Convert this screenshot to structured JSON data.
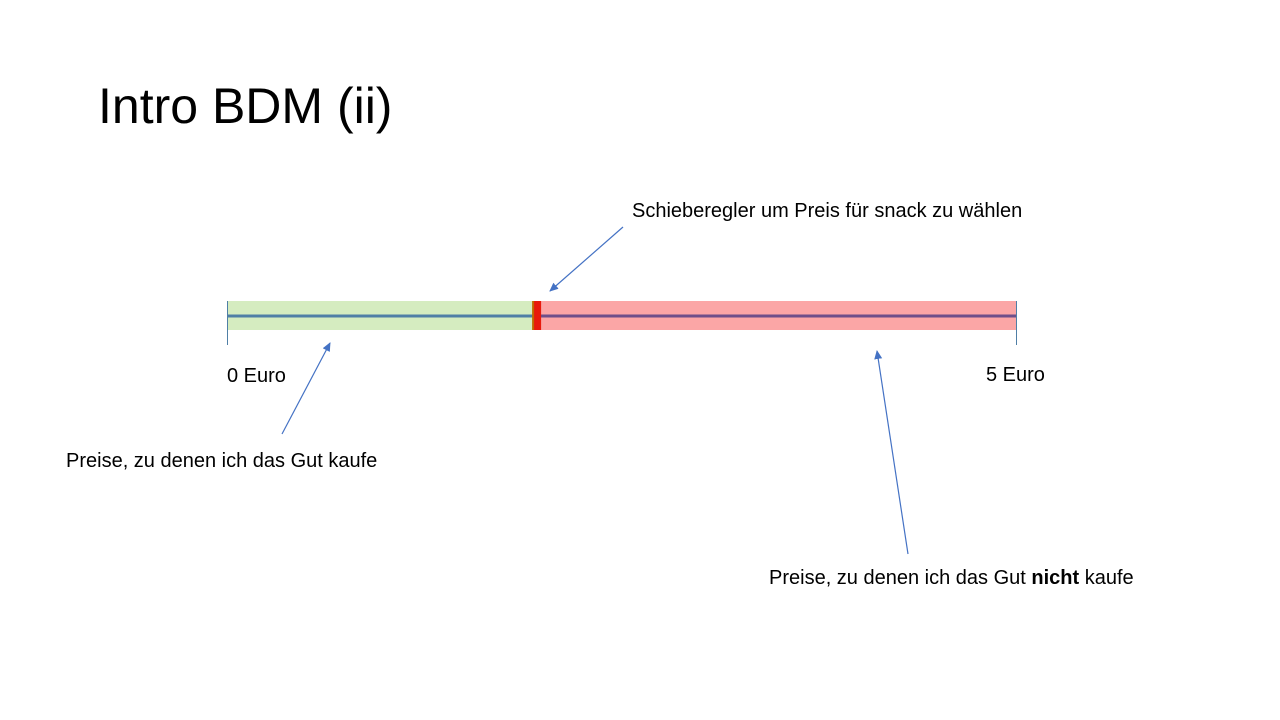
{
  "slide": {
    "title": "Intro BDM (ii)"
  },
  "slider": {
    "min_label": "0 Euro",
    "max_label": "5 Euro",
    "handle_value_fraction": 0.39,
    "colors": {
      "buy_zone": "#d5ecc0",
      "no_buy_zone": "#fba6a6",
      "track": "#4f7fa6",
      "track_right": "#6e4f8a",
      "handle": "#e8190c",
      "arrow": "#4472c4"
    }
  },
  "annotations": {
    "slider_note": "Schieberegler um Preis für snack zu wählen",
    "buy_note": "Preise, zu denen ich das Gut kaufe",
    "nobuy_prefix": "Preise, zu denen ich das Gut ",
    "nobuy_emphasis": "nicht",
    "nobuy_suffix": " kaufe"
  }
}
